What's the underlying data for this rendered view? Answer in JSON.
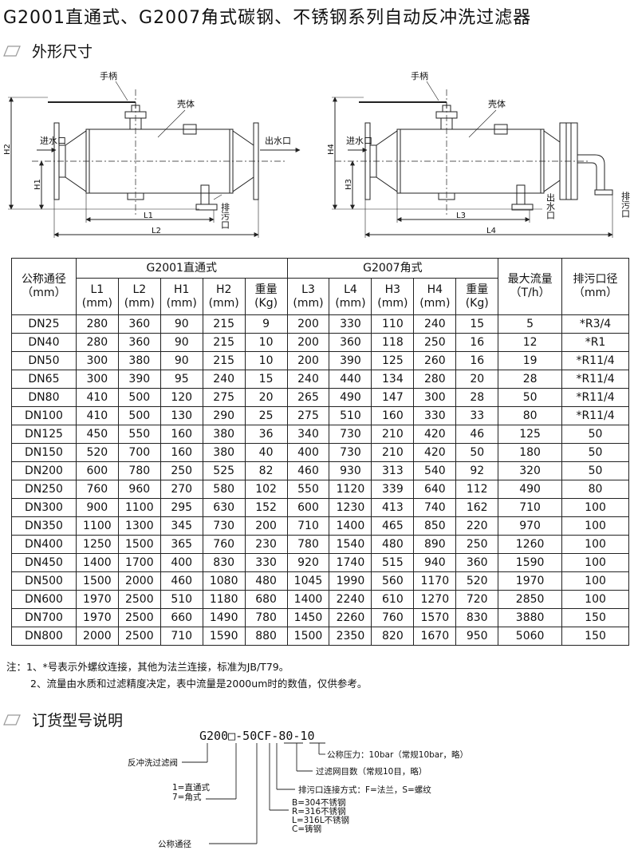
{
  "title": "G2001直通式、G2007角式碳钢、不锈钢系列自动反冲洗过滤器",
  "section_dimensions": "外形尺寸",
  "section_ordering": "订货型号说明",
  "drawing_left": {
    "handle": "手柄",
    "shell": "壳体",
    "inlet": "进水口",
    "outlet": "出水口",
    "drain": "排污口",
    "L1": "L1",
    "L2": "L2",
    "H1": "H1",
    "H2": "H2"
  },
  "drawing_right": {
    "handle": "手柄",
    "shell": "壳体",
    "inlet": "进水口",
    "outlet": "出水口",
    "drain": "排污口",
    "L3": "L3",
    "L4": "L4",
    "H3": "H3",
    "H4": "H4"
  },
  "table": {
    "nominal_header": "公称通径",
    "nominal_unit": "（mm）",
    "group1": "G2001直通式",
    "group2": "G2007角式",
    "flow_header": "最大流量",
    "flow_unit": "（T/h）",
    "drain_header": "排污口径",
    "drain_unit": "（mm）",
    "sub_headers": [
      {
        "label": "L1",
        "unit": "(mm)"
      },
      {
        "label": "L2",
        "unit": "(mm)"
      },
      {
        "label": "H1",
        "unit": "(mm)"
      },
      {
        "label": "H2",
        "unit": "(mm)"
      },
      {
        "label": "重量",
        "unit": "(Kg)"
      },
      {
        "label": "L3",
        "unit": "(mm)"
      },
      {
        "label": "L4",
        "unit": "(mm)"
      },
      {
        "label": "H3",
        "unit": "(mm)"
      },
      {
        "label": "H4",
        "unit": "(mm)"
      },
      {
        "label": "重量",
        "unit": "(Kg)"
      }
    ],
    "rows": [
      [
        "DN25",
        "280",
        "360",
        "90",
        "215",
        "9",
        "200",
        "330",
        "110",
        "240",
        "15",
        "5",
        "*R3/4"
      ],
      [
        "DN40",
        "280",
        "360",
        "90",
        "215",
        "10",
        "200",
        "360",
        "118",
        "250",
        "16",
        "12",
        "*R1"
      ],
      [
        "DN50",
        "300",
        "380",
        "90",
        "215",
        "10",
        "200",
        "390",
        "125",
        "260",
        "16",
        "19",
        "*R11/4"
      ],
      [
        "DN65",
        "300",
        "390",
        "95",
        "240",
        "15",
        "240",
        "440",
        "134",
        "280",
        "20",
        "28",
        "*R11/4"
      ],
      [
        "DN80",
        "410",
        "500",
        "120",
        "275",
        "20",
        "265",
        "490",
        "147",
        "300",
        "28",
        "50",
        "*R11/4"
      ],
      [
        "DN100",
        "410",
        "500",
        "130",
        "290",
        "25",
        "275",
        "510",
        "160",
        "330",
        "33",
        "80",
        "*R11/4"
      ],
      [
        "DN125",
        "450",
        "550",
        "160",
        "380",
        "36",
        "340",
        "730",
        "210",
        "420",
        "46",
        "125",
        "50"
      ],
      [
        "DN150",
        "520",
        "700",
        "160",
        "380",
        "40",
        "400",
        "730",
        "210",
        "420",
        "50",
        "180",
        "50"
      ],
      [
        "DN200",
        "600",
        "780",
        "250",
        "525",
        "82",
        "460",
        "930",
        "313",
        "540",
        "92",
        "320",
        "50"
      ],
      [
        "DN250",
        "760",
        "960",
        "270",
        "580",
        "102",
        "550",
        "1120",
        "339",
        "640",
        "112",
        "490",
        "80"
      ],
      [
        "DN300",
        "900",
        "1100",
        "295",
        "630",
        "152",
        "600",
        "1230",
        "413",
        "740",
        "162",
        "710",
        "100"
      ],
      [
        "DN350",
        "1100",
        "1300",
        "345",
        "730",
        "200",
        "710",
        "1400",
        "465",
        "850",
        "220",
        "970",
        "100"
      ],
      [
        "DN400",
        "1250",
        "1500",
        "365",
        "760",
        "230",
        "780",
        "1540",
        "480",
        "890",
        "250",
        "1260",
        "100"
      ],
      [
        "DN450",
        "1400",
        "1700",
        "400",
        "830",
        "330",
        "920",
        "1740",
        "515",
        "940",
        "360",
        "1590",
        "100"
      ],
      [
        "DN500",
        "1500",
        "2000",
        "460",
        "1080",
        "480",
        "1045",
        "1990",
        "560",
        "1170",
        "520",
        "1970",
        "100"
      ],
      [
        "DN600",
        "1970",
        "2500",
        "510",
        "1180",
        "680",
        "1400",
        "2240",
        "610",
        "1270",
        "720",
        "2850",
        "100"
      ],
      [
        "DN700",
        "1970",
        "2500",
        "660",
        "1490",
        "780",
        "1450",
        "2260",
        "760",
        "1570",
        "830",
        "3880",
        "150"
      ],
      [
        "DN800",
        "2000",
        "2500",
        "710",
        "1590",
        "880",
        "1500",
        "2350",
        "820",
        "1670",
        "950",
        "5060",
        "150"
      ]
    ]
  },
  "notes": [
    "注：1、*号表示外螺纹连接，其他为法兰连接，标准为JB/T79。",
    "2、流量由水质和过滤精度决定，表中流量是2000um时的数值，仅供参考。"
  ],
  "ordering": {
    "code": "G200□-50CF-80-10",
    "labels": {
      "valve": "反冲洗过滤阀",
      "type": "1=直通式\n7=角式",
      "nominal": "公称通径",
      "pressure": "公称压力：10bar（常规10bar，略）",
      "mesh": "过滤网目数（常规10目，略）",
      "connection": "排污口连接方式：F=法兰，S=螺纹",
      "material": "B=304不锈钢\nR=316不锈钢\nL=316L不锈钢\nC=铸钢"
    }
  },
  "colors": {
    "text": "#111111",
    "line": "#222222",
    "marker": "#999999"
  }
}
